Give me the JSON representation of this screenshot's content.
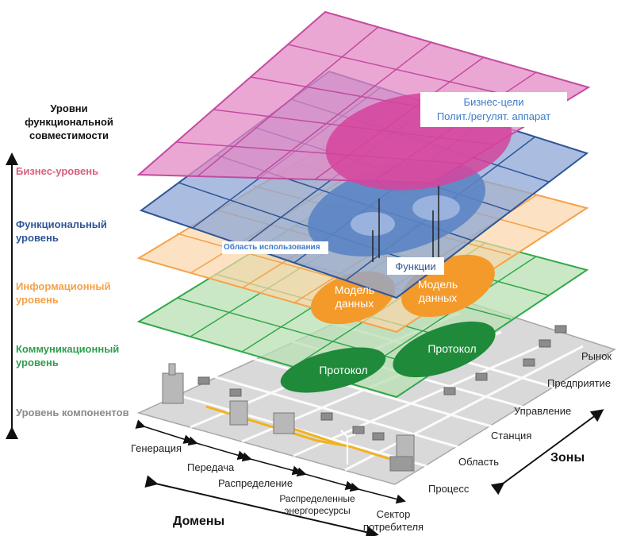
{
  "title_levels": "Уровни функциональной совместимости",
  "levels": [
    {
      "id": "business",
      "label": "Бизнес-уровень",
      "color": "#d9607a"
    },
    {
      "id": "function",
      "label": "Функциональный уровень",
      "color": "#2f5597"
    },
    {
      "id": "information",
      "label": "Информационный уровень",
      "color": "#f4a24a"
    },
    {
      "id": "communication",
      "label": "Коммуникационный уровень",
      "color": "#2e9e4d"
    },
    {
      "id": "component",
      "label": "Уровень компонентов",
      "color": "#8a8a8a"
    }
  ],
  "callouts": {
    "business_goals": "Бизнес-цели",
    "policy": "Полит./регулят. аппарат",
    "use_case": "Область использования",
    "functions": "Функции",
    "data_model_1": "Модель данных",
    "data_model_2": "Модель данных",
    "protocol_1": "Протокол",
    "protocol_2": "Протокол"
  },
  "domains_title": "Домены",
  "domains": [
    "Генерация",
    "Передача",
    "Распределение",
    "Распределенные энергоресурсы",
    "Сектор потребителя"
  ],
  "zones_title": "Зоны",
  "zones": [
    "Рынок",
    "Предприятие",
    "Управление",
    "Станция",
    "Область",
    "Процесс"
  ],
  "colors": {
    "business_plane": "#e48ac6",
    "function_plane": "#8ea7d6",
    "information_plane": "#fbd5a8",
    "communication_plane": "#b9e0b3",
    "component_plane": "#d9d9d9",
    "business_ellipse": "#d5449c",
    "function_ellipse": "#5b84c4",
    "data_ellipse": "#f39a2b",
    "protocol_ellipse": "#1f8a3a",
    "callout_text": "#3d7cc9"
  }
}
